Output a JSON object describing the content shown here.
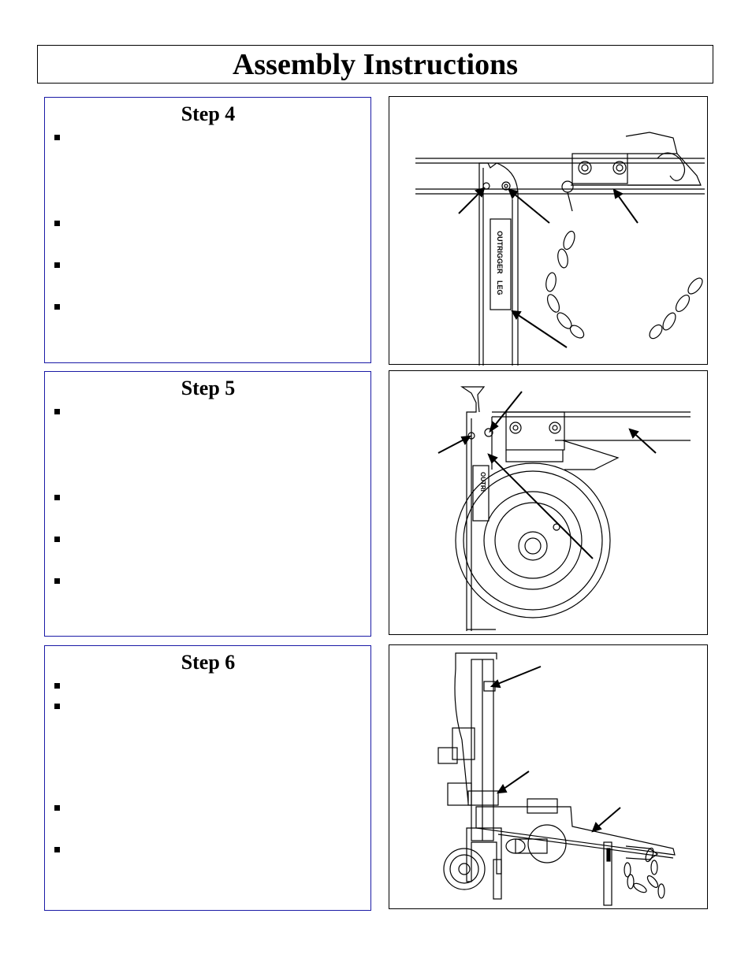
{
  "page": {
    "title": "Assembly Instructions"
  },
  "steps": [
    {
      "heading": "Step 4",
      "figure_label_1": "OUTRIGGER",
      "figure_label_2": "LEG"
    },
    {
      "heading": "Step 5",
      "figure_label_1": "OUTRI"
    },
    {
      "heading": "Step 6"
    }
  ]
}
